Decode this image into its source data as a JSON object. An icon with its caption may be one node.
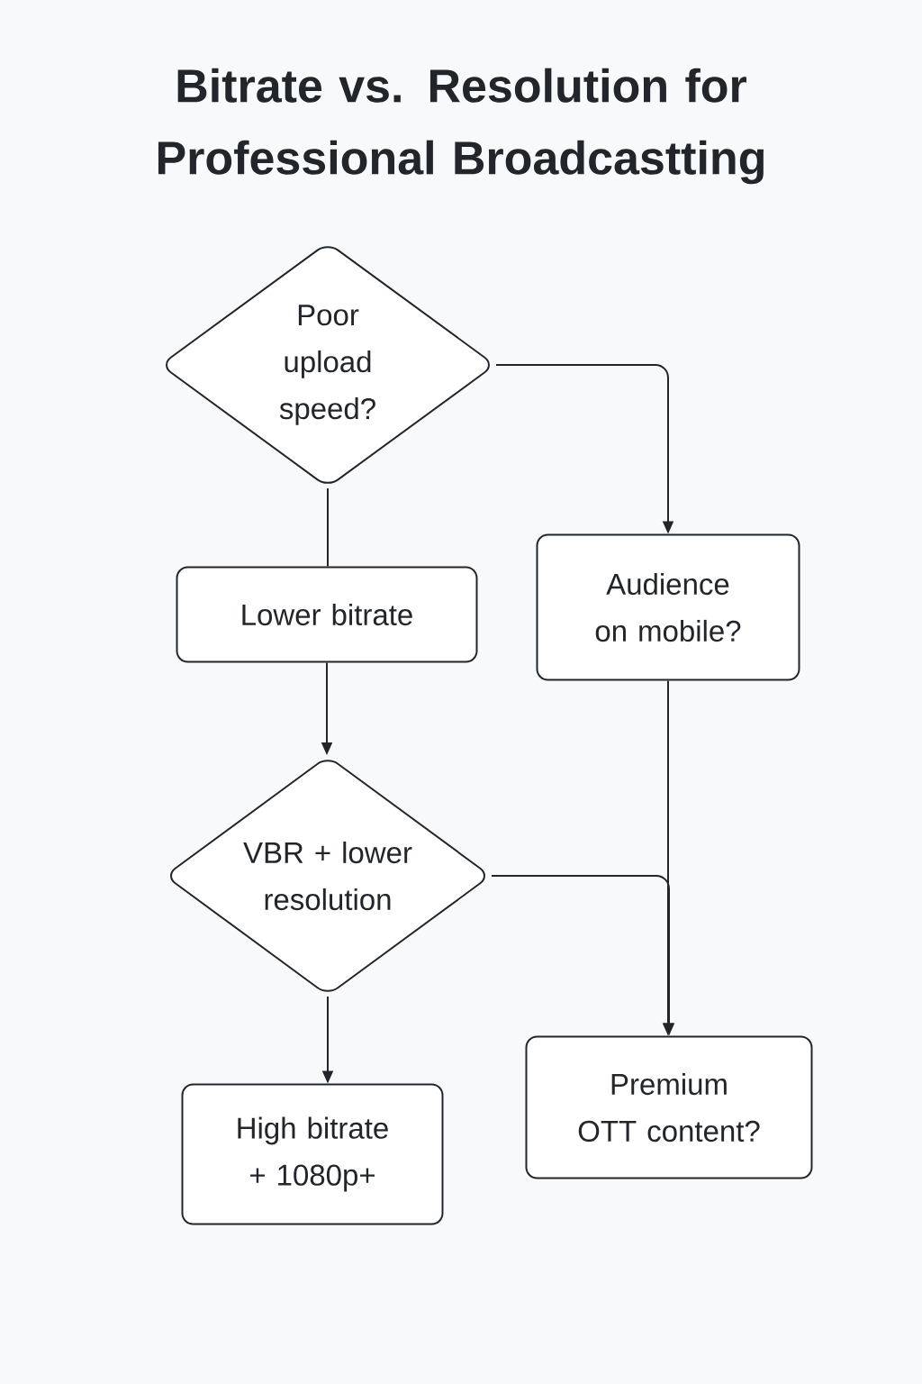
{
  "diagram": {
    "title": "Bitrate vs. Resolution for Professional Broadcastting",
    "nodes": [
      {
        "text": [
          "Poor upload speed?"
        ]
      },
      {
        "text": [
          "Lower bitrate"
        ]
      },
      {
        "text": [
          "Audience on mobile?"
        ]
      },
      {
        "text": [
          "VBR + lower resolution"
        ]
      },
      {
        "text": [
          "High bitrate + 1080p+"
        ]
      },
      {
        "text": [
          "Premium OTT content?"
        ]
      }
    ],
    "edges": [
      {
        "from": 0,
        "to": 2,
        "arrow": "to"
      },
      {
        "from": 0,
        "to": 1,
        "arrow": "none"
      },
      {
        "from": 1,
        "to": 3,
        "arrow": "to"
      },
      {
        "from": 2,
        "to": 5,
        "arrow": "to"
      },
      {
        "from": 3,
        "to": 5,
        "arrow": "to"
      },
      {
        "from": 3,
        "to": 4,
        "arrow": "to"
      }
    ]
  }
}
